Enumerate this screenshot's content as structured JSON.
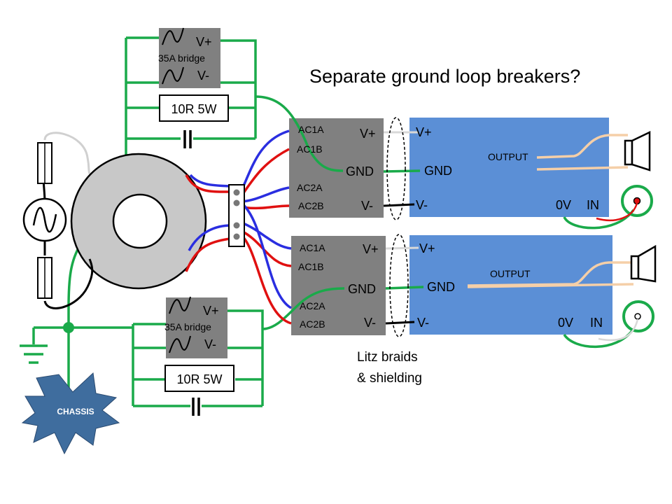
{
  "title": "Separate ground loop breakers?",
  "note": {
    "line1": "Litz braids",
    "line2": "& shielding"
  },
  "chassis_label": "CHASSIS",
  "bridges": [
    {
      "vplus": "V+",
      "vminus": "V-",
      "label": "35A bridge",
      "resistor": "10R 5W"
    },
    {
      "vplus": "V+",
      "vminus": "V-",
      "label": "35A bridge",
      "resistor": "10R 5W"
    }
  ],
  "supplies": [
    {
      "ac1a": "AC1A",
      "ac1b": "AC1B",
      "ac2a": "AC2A",
      "ac2b": "AC2B",
      "vplus": "V+",
      "gnd": "GND",
      "vminus": "V-"
    },
    {
      "ac1a": "AC1A",
      "ac1b": "AC1B",
      "ac2a": "AC2A",
      "ac2b": "AC2B",
      "vplus": "V+",
      "gnd": "GND",
      "vminus": "V-"
    }
  ],
  "amps": [
    {
      "vplus": "V+",
      "gnd": "GND",
      "vminus": "V-",
      "output": "OUTPUT",
      "zero_v": "0V",
      "input": "IN"
    },
    {
      "vplus": "V+",
      "gnd": "GND",
      "vminus": "V-",
      "output": "OUTPUT",
      "zero_v": "0V",
      "input": "IN"
    }
  ],
  "colors": {
    "green_wire": "#1aaa4a",
    "blue_wire": "#2a2ee0",
    "red_wire": "#e01010",
    "amp_board": "#5b8fd6",
    "bridge_box": "#808080",
    "speaker_wire": "#f5cfa8",
    "chassis": "#3f6d9e"
  },
  "icons": [
    "ac-source-icon",
    "fuse-icon",
    "toroidal-transformer-icon",
    "capacitor-icon",
    "ground-icon",
    "speaker-icon",
    "rca-input-icon"
  ]
}
